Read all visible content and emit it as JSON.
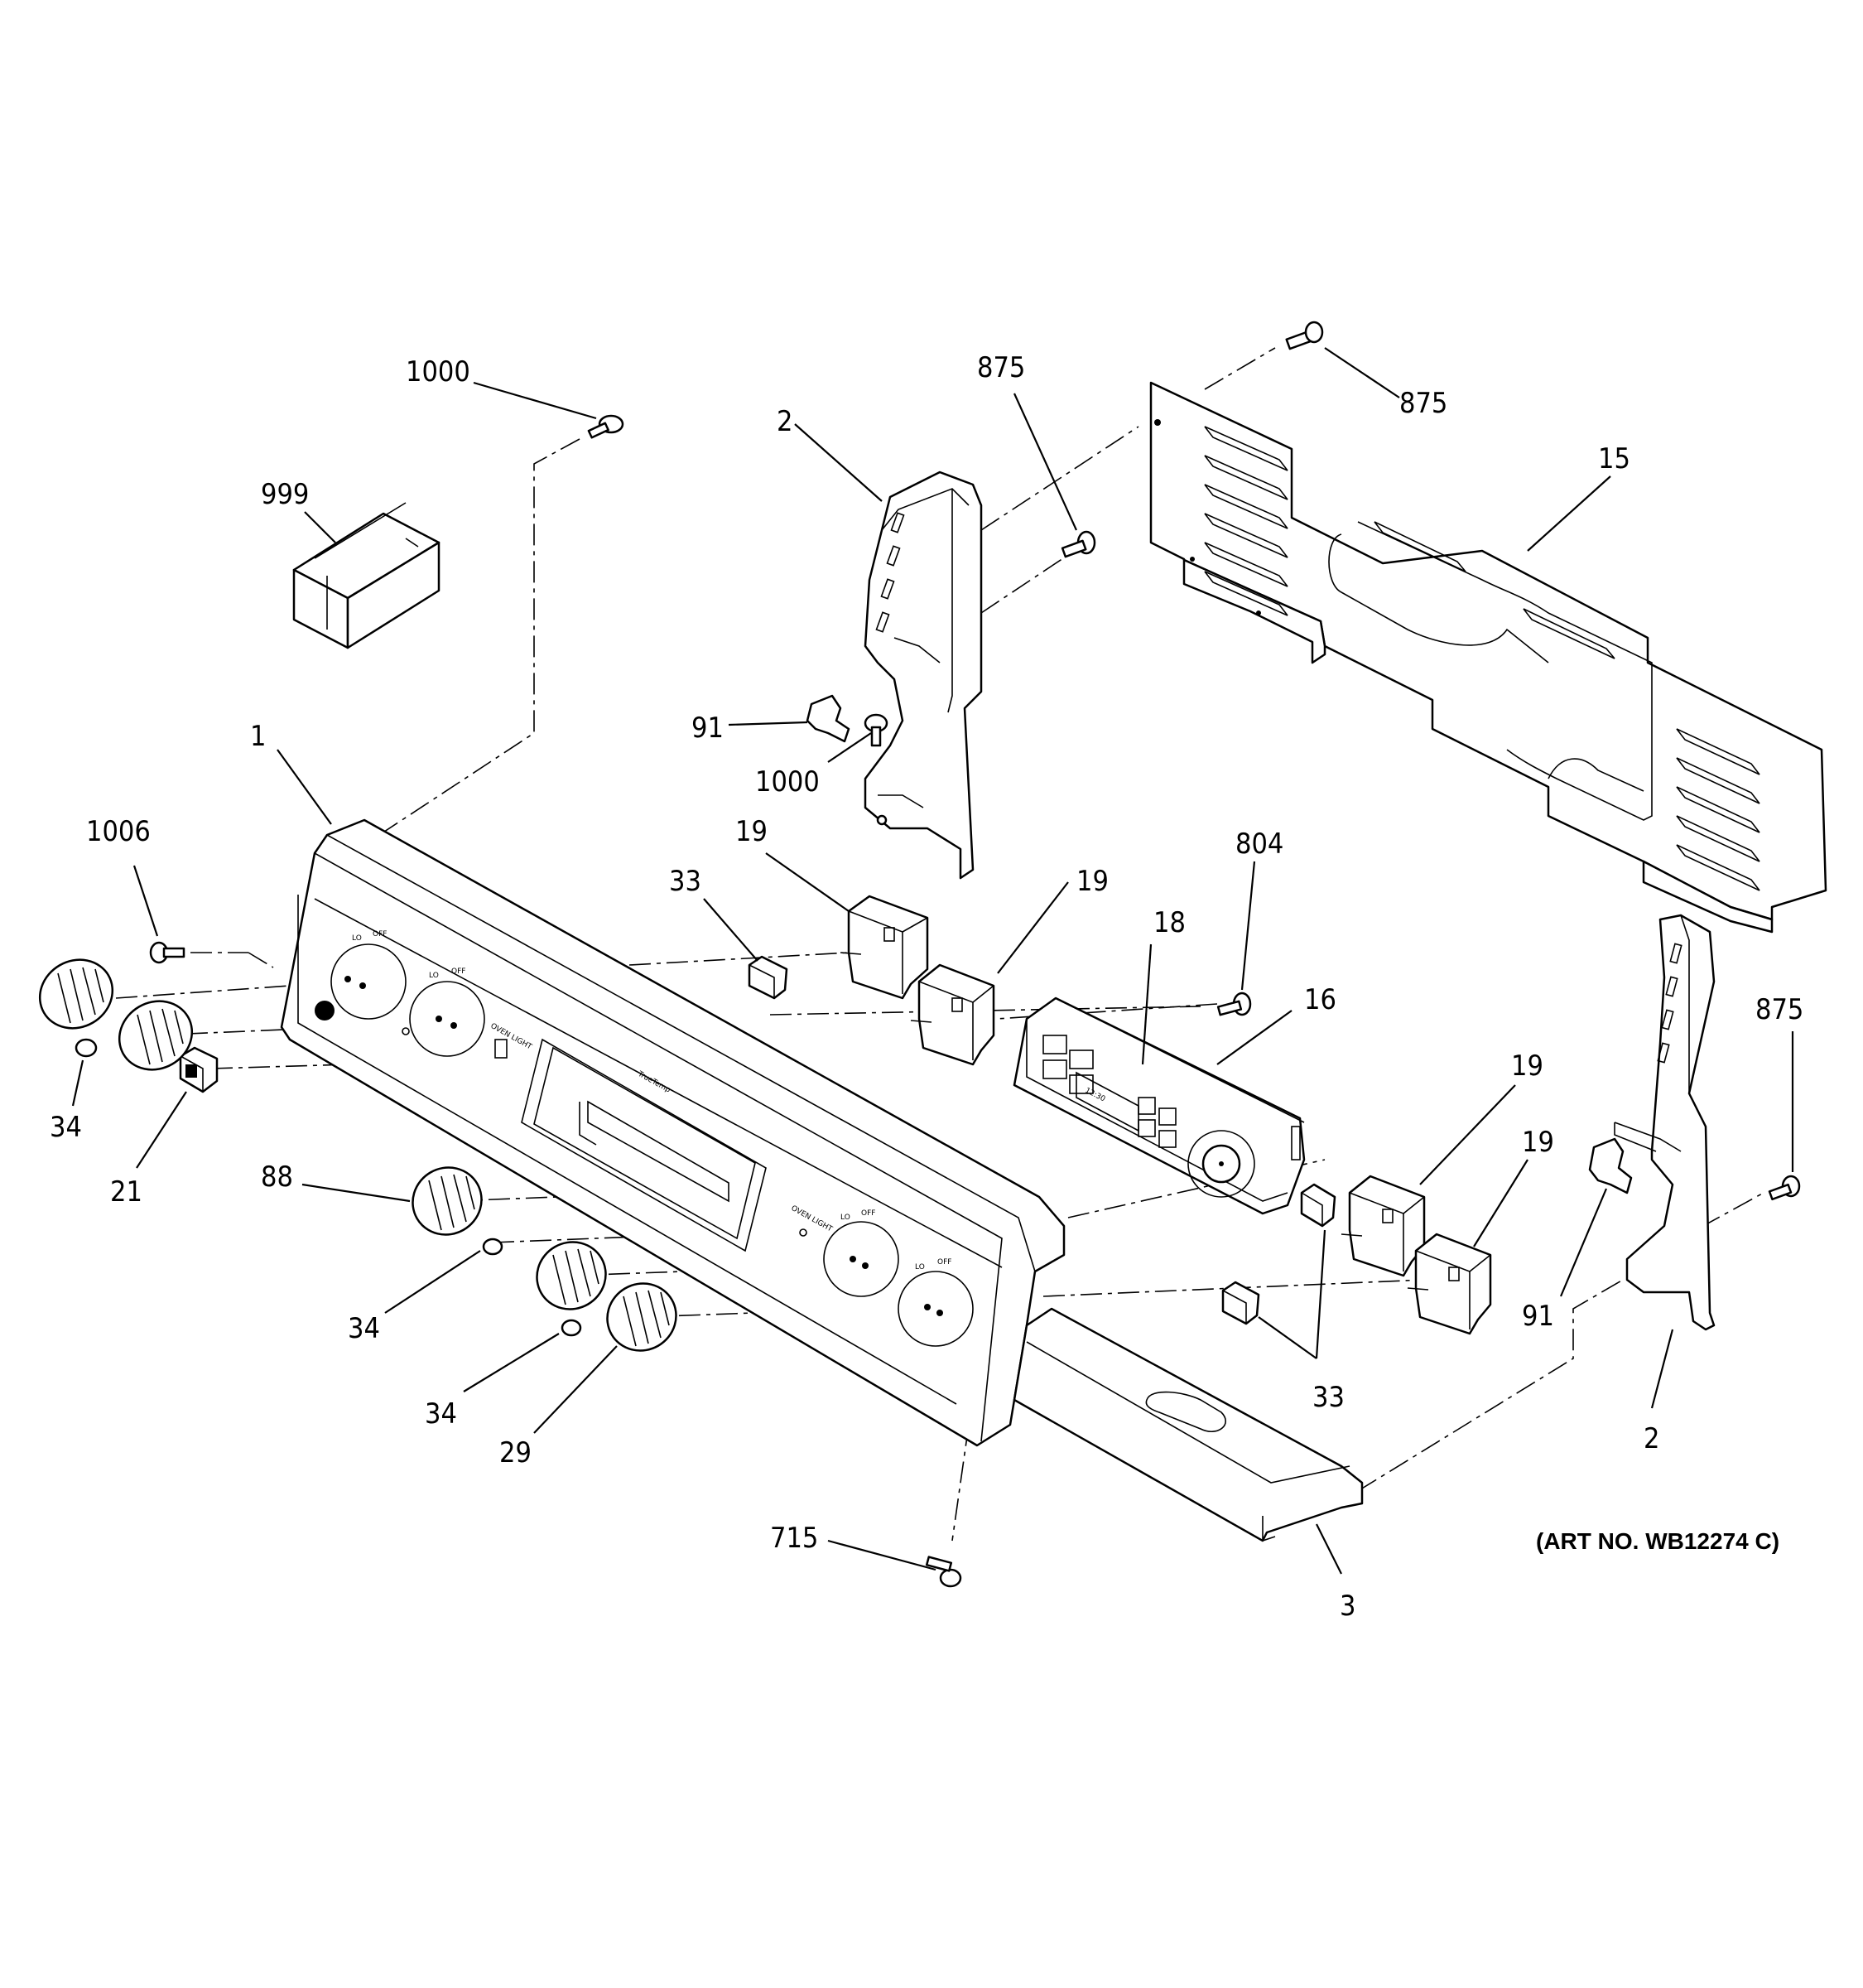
{
  "art_number": "(ART NO. WB12274 C)",
  "panel_text": {
    "brand": "TrueTemp",
    "clock": "12:30",
    "switch_label": "OVEN LIGHT",
    "knob_lo": "LO",
    "knob_off": "OFF"
  },
  "labels": [
    {
      "id": "label-1000-top",
      "text": "1000"
    },
    {
      "id": "label-999",
      "text": "999"
    },
    {
      "id": "label-1",
      "text": "1"
    },
    {
      "id": "label-1006",
      "text": "1006"
    },
    {
      "id": "label-34-left",
      "text": "34"
    },
    {
      "id": "label-21",
      "text": "21"
    },
    {
      "id": "label-88",
      "text": "88"
    },
    {
      "id": "label-34-mid",
      "text": "34"
    },
    {
      "id": "label-34-low",
      "text": "34"
    },
    {
      "id": "label-29",
      "text": "29"
    },
    {
      "id": "label-715",
      "text": "715"
    },
    {
      "id": "label-3",
      "text": "3"
    },
    {
      "id": "label-2-top",
      "text": "2"
    },
    {
      "id": "label-875-top",
      "text": "875"
    },
    {
      "id": "label-91-left",
      "text": "91"
    },
    {
      "id": "label-1000-mid",
      "text": "1000"
    },
    {
      "id": "label-19-a",
      "text": "19"
    },
    {
      "id": "label-19-b",
      "text": "19"
    },
    {
      "id": "label-33-top",
      "text": "33"
    },
    {
      "id": "label-18",
      "text": "18"
    },
    {
      "id": "label-804",
      "text": "804"
    },
    {
      "id": "label-16",
      "text": "16"
    },
    {
      "id": "label-875-right",
      "text": "875"
    },
    {
      "id": "label-15",
      "text": "15"
    },
    {
      "id": "label-875-side",
      "text": "875"
    },
    {
      "id": "label-19-c",
      "text": "19"
    },
    {
      "id": "label-19-d",
      "text": "19"
    },
    {
      "id": "label-33-bottom",
      "text": "33"
    },
    {
      "id": "label-91-right",
      "text": "91"
    },
    {
      "id": "label-2-bottom",
      "text": "2"
    }
  ]
}
